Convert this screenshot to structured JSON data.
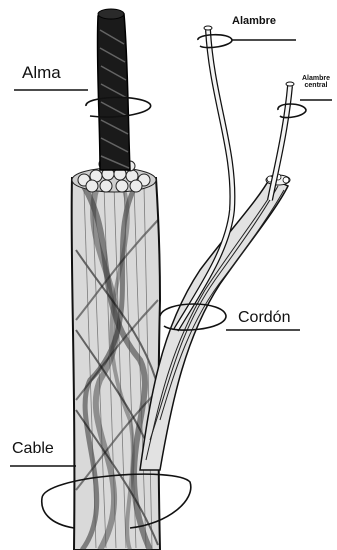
{
  "labels": {
    "alma": "Alma",
    "alambre": "Alambre",
    "alambre_central_line1": "Alambre",
    "alambre_central_line2": "central",
    "cordon": "Cordón",
    "cable": "Cable"
  },
  "colors": {
    "ink": "#111111",
    "background": "#ffffff"
  }
}
